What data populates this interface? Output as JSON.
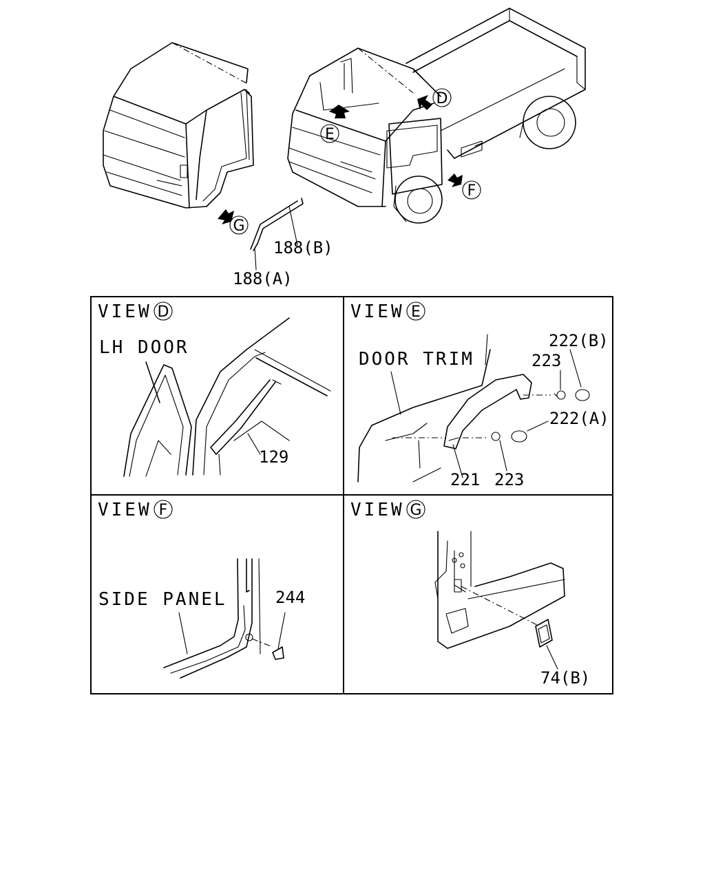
{
  "overview": {
    "callouts": {
      "D": "D",
      "E": "E",
      "F": "F",
      "G": "G"
    },
    "labels": {
      "part_188a": "188(A)",
      "part_188b": "188(B)"
    }
  },
  "panels": {
    "view_d": {
      "title": "VIEW",
      "letter": "D",
      "caption": "LH DOOR",
      "parts": [
        "129"
      ]
    },
    "view_e": {
      "title": "VIEW",
      "letter": "E",
      "caption": "DOOR TRIM",
      "parts": [
        "222(B)",
        "223",
        "222(A)",
        "221",
        "223"
      ]
    },
    "view_f": {
      "title": "VIEW",
      "letter": "F",
      "caption": "SIDE PANEL",
      "parts": [
        "244"
      ]
    },
    "view_g": {
      "title": "VIEW",
      "letter": "G",
      "caption": "",
      "parts": [
        "74(B)"
      ]
    }
  }
}
